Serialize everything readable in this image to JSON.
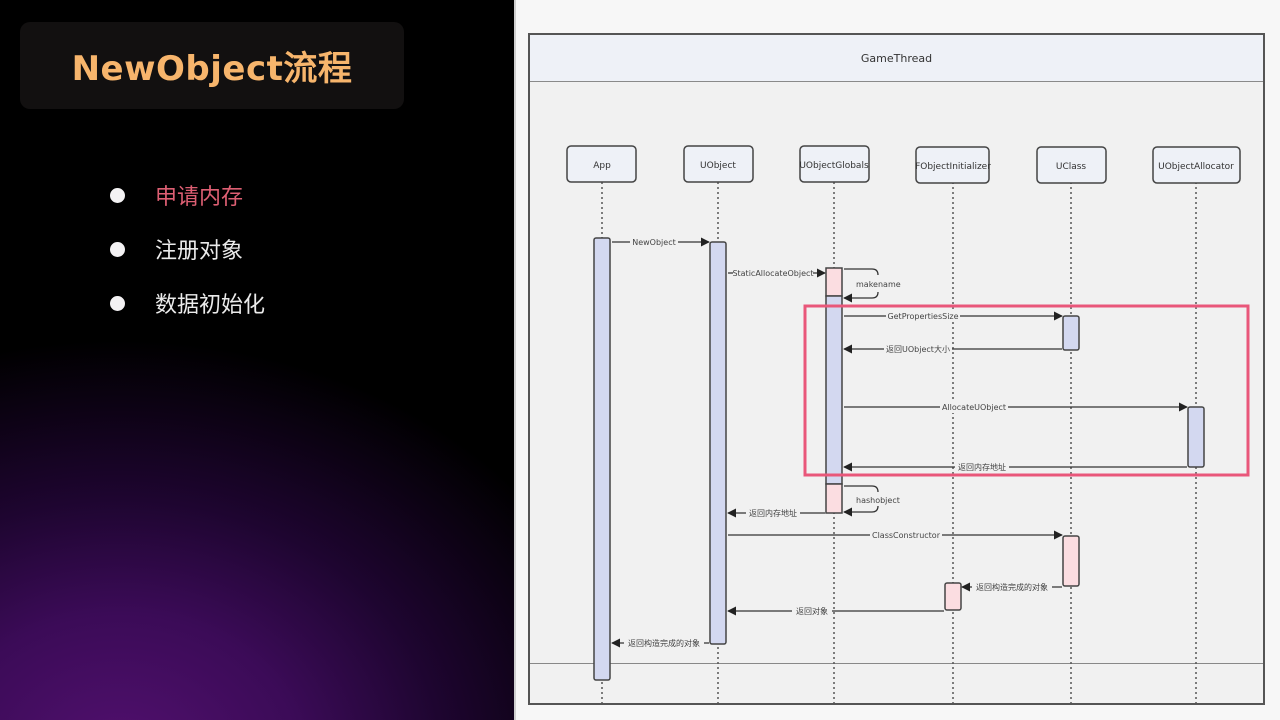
{
  "slide": {
    "title": "NewObject流程",
    "bullets": [
      {
        "label": "申请内存",
        "active": true
      },
      {
        "label": "注册对象",
        "active": false
      },
      {
        "label": "数据初始化",
        "active": false
      }
    ],
    "colors": {
      "title": "#f7b56c",
      "active_bullet": "#de5f73",
      "bullet": "#ebebeb",
      "highlight_box": "#e9577a"
    }
  },
  "diagram": {
    "frame_title": "GameThread",
    "participants": [
      "App",
      "UObject",
      "UObjectGlobals",
      "FObjectInitializer",
      "UClass",
      "UObjectAllocator"
    ],
    "messages": [
      {
        "from": "App",
        "to": "UObject",
        "label": "NewObject"
      },
      {
        "from": "UObject",
        "to": "UObjectGlobals",
        "label": "StaticAllocateObject"
      },
      {
        "from": "UObjectGlobals",
        "to": "UObjectGlobals",
        "label": "makename"
      },
      {
        "from": "UObjectGlobals",
        "to": "UClass",
        "label": "GetPropertiesSize"
      },
      {
        "from": "UClass",
        "to": "UObjectGlobals",
        "label": "返回UObject大小"
      },
      {
        "from": "UObjectGlobals",
        "to": "UObjectAllocator",
        "label": "AllocateUObject"
      },
      {
        "from": "UObjectAllocator",
        "to": "UObjectGlobals",
        "label": "返回内存地址"
      },
      {
        "from": "UObjectGlobals",
        "to": "UObjectGlobals",
        "label": "hashobject"
      },
      {
        "from": "UObjectGlobals",
        "to": "UObject",
        "label": "返回内存地址"
      },
      {
        "from": "UObject",
        "to": "UClass",
        "label": "ClassConstructor"
      },
      {
        "from": "UClass",
        "to": "FObjectInitializer",
        "label": "返回构造完成的对象"
      },
      {
        "from": "FObjectInitializer",
        "to": "UObject",
        "label": "返回对象"
      },
      {
        "from": "UObject",
        "to": "App",
        "label": "返回构造完成的对象"
      }
    ]
  }
}
